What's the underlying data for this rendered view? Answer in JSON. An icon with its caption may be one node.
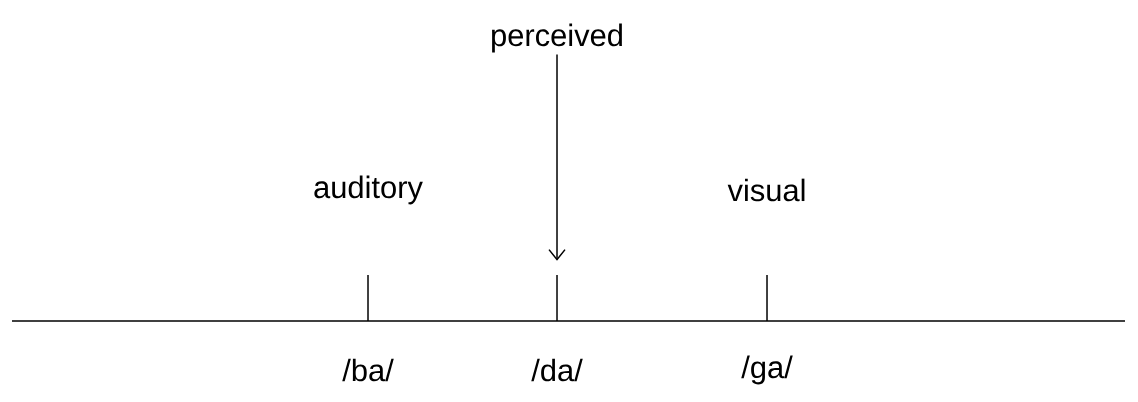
{
  "diagram": {
    "nodes": [
      {
        "text": [
          "perceived"
        ]
      },
      {
        "text": [],
        "shape": "bar"
      },
      {
        "text": [],
        "shape": "bar"
      },
      {
        "text": [],
        "shape": "bar"
      }
    ],
    "edges": [
      {
        "from": 0,
        "to": 2,
        "arrow": "to"
      }
    ],
    "labels": [
      "auditory",
      "visual",
      "/ba/",
      "/da/",
      "/ga/"
    ]
  }
}
